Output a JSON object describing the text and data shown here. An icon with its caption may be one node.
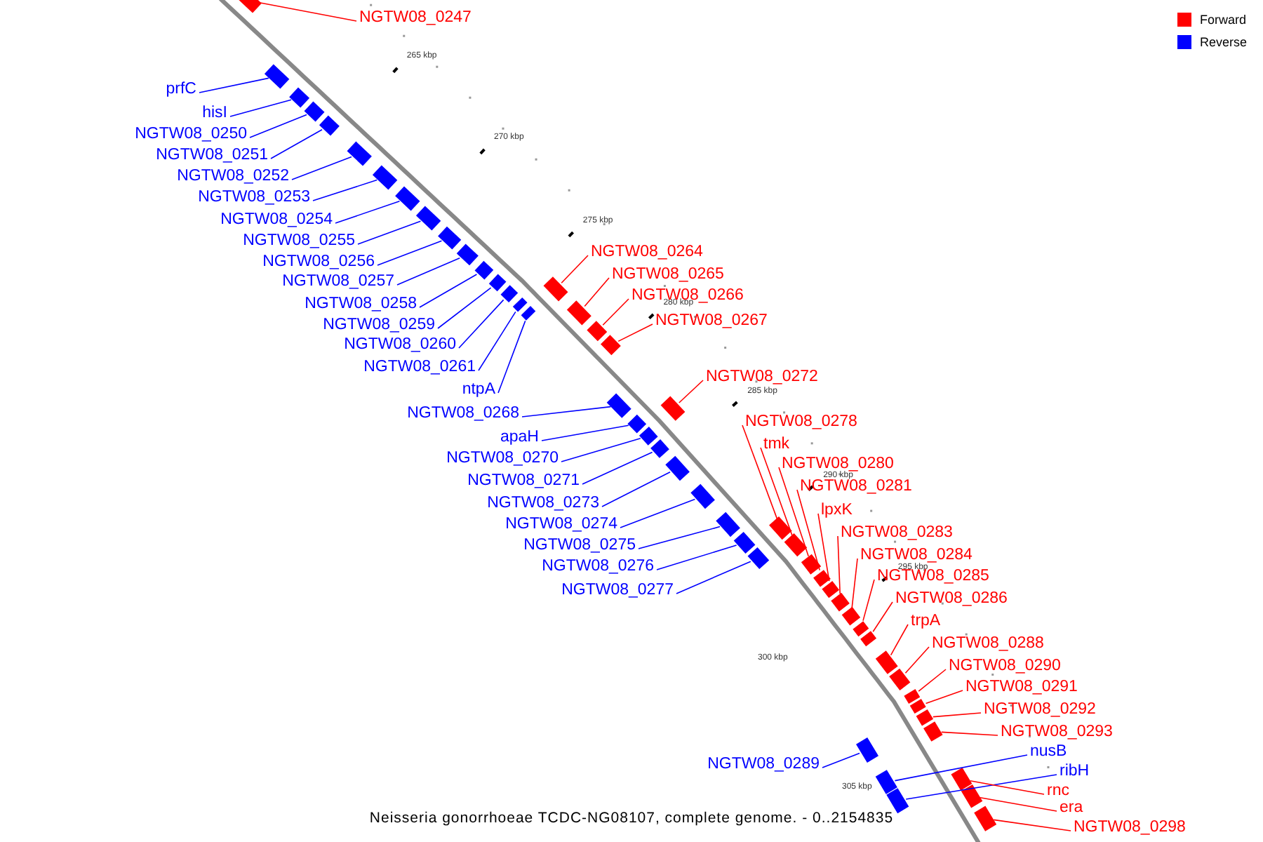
{
  "diagram": {
    "caption": "Neisseria gonorrhoeae TCDC-NG08107, complete genome. - 0..2154835",
    "nodes": [
      {
        "text": [
          "NGTW08_0247"
        ]
      },
      {
        "text": [
          "prfC"
        ]
      },
      {
        "text": [
          "hisI"
        ]
      },
      {
        "text": [
          "NGTW08_0250"
        ]
      },
      {
        "text": [
          "NGTW08_0251"
        ]
      },
      {
        "text": [
          "NGTW08_0252"
        ]
      },
      {
        "text": [
          "NGTW08_0253"
        ]
      },
      {
        "text": [
          "NGTW08_0254"
        ]
      },
      {
        "text": [
          "NGTW08_0255"
        ]
      },
      {
        "text": [
          "NGTW08_0264"
        ]
      },
      {
        "text": [
          "NGTW08_0256"
        ]
      },
      {
        "text": [
          "NGTW08_0265"
        ]
      },
      {
        "text": [
          "NGTW08_0257"
        ]
      },
      {
        "text": [
          "NGTW08_0266"
        ]
      },
      {
        "text": [
          "NGTW08_0258"
        ]
      },
      {
        "text": [
          "NGTW08_0267"
        ]
      },
      {
        "text": [
          "NGTW08_0259"
        ]
      },
      {
        "text": [
          "NGTW08_0260"
        ]
      },
      {
        "text": [
          "NGTW08_0261"
        ]
      },
      {
        "text": [
          "NGTW08_0272"
        ]
      },
      {
        "text": [
          "ntpA"
        ]
      },
      {
        "text": [
          "NGTW08_0268"
        ]
      },
      {
        "text": [
          "NGTW08_0278"
        ]
      },
      {
        "text": [
          "apaH"
        ]
      },
      {
        "text": [
          "tmk"
        ]
      },
      {
        "text": [
          "NGTW08_0270"
        ]
      },
      {
        "text": [
          "NGTW08_0280"
        ]
      },
      {
        "text": [
          "NGTW08_0271"
        ]
      },
      {
        "text": [
          "NGTW08_0281"
        ]
      },
      {
        "text": [
          "NGTW08_0273"
        ]
      },
      {
        "text": [
          "lpxK"
        ]
      },
      {
        "text": [
          "NGTW08_0274"
        ]
      },
      {
        "text": [
          "NGTW08_0283"
        ]
      },
      {
        "text": [
          "NGTW08_0275"
        ]
      },
      {
        "text": [
          "NGTW08_0284"
        ]
      },
      {
        "text": [
          "NGTW08_0276"
        ]
      },
      {
        "text": [
          "NGTW08_0285"
        ]
      },
      {
        "text": [
          "NGTW08_0277"
        ]
      },
      {
        "text": [
          "NGTW08_0286"
        ]
      },
      {
        "text": [
          "trpA"
        ]
      },
      {
        "text": [
          "NGTW08_0288"
        ]
      },
      {
        "text": [
          "NGTW08_0290"
        ]
      },
      {
        "text": [
          "NGTW08_0291"
        ]
      },
      {
        "text": [
          "NGTW08_0292"
        ]
      },
      {
        "text": [
          "NGTW08_0293"
        ]
      },
      {
        "text": [
          "nusB"
        ]
      },
      {
        "text": [
          "NGTW08_0289"
        ]
      },
      {
        "text": [
          "ribH"
        ]
      },
      {
        "text": [
          "rnc"
        ]
      },
      {
        "text": [
          "era"
        ]
      },
      {
        "text": [
          "NGTW08_0298"
        ]
      },
      {
        "text": [],
        "shape": "box"
      },
      {
        "text": [],
        "shape": "box"
      },
      {
        "text": [],
        "shape": "box"
      },
      {
        "text": [],
        "shape": "box"
      },
      {
        "text": [],
        "shape": "box"
      },
      {
        "text": [],
        "shape": "box"
      },
      {
        "text": [],
        "shape": "box"
      },
      {
        "text": [],
        "shape": "box"
      },
      {
        "text": [],
        "shape": "box"
      },
      {
        "text": [],
        "shape": "box"
      },
      {
        "text": [],
        "shape": "box"
      },
      {
        "text": [],
        "shape": "box"
      },
      {
        "text": [],
        "shape": "box"
      },
      {
        "text": [],
        "shape": "box"
      },
      {
        "text": [],
        "shape": "box"
      },
      {
        "text": [],
        "shape": "box"
      },
      {
        "text": [],
        "shape": "box"
      },
      {
        "text": [],
        "shape": "box"
      },
      {
        "text": [],
        "shape": "box"
      },
      {
        "text": [],
        "shape": "box"
      },
      {
        "text": [],
        "shape": "box"
      },
      {
        "text": [],
        "shape": "box"
      },
      {
        "text": [],
        "shape": "box"
      },
      {
        "text": [],
        "shape": "box"
      },
      {
        "text": [],
        "shape": "box"
      },
      {
        "text": [],
        "shape": "box"
      },
      {
        "text": [],
        "shape": "box"
      },
      {
        "text": [],
        "shape": "box"
      },
      {
        "text": [],
        "shape": "box"
      },
      {
        "text": [],
        "shape": "box"
      },
      {
        "text": [],
        "shape": "box"
      },
      {
        "text": [],
        "shape": "box"
      },
      {
        "text": [],
        "shape": "box"
      },
      {
        "text": [],
        "shape": "box"
      },
      {
        "text": [],
        "shape": "box"
      },
      {
        "text": [],
        "shape": "box"
      },
      {
        "text": [],
        "shape": "box"
      },
      {
        "text": [],
        "shape": "box"
      },
      {
        "text": [],
        "shape": "box"
      },
      {
        "text": [],
        "shape": "box"
      },
      {
        "text": [],
        "shape": "box"
      },
      {
        "text": [],
        "shape": "box"
      },
      {
        "text": [],
        "shape": "box"
      },
      {
        "text": [],
        "shape": "box"
      },
      {
        "text": [],
        "shape": "box"
      },
      {
        "text": [],
        "shape": "box"
      },
      {
        "text": [],
        "shape": "box"
      },
      {
        "text": [],
        "shape": "box"
      },
      {
        "text": [],
        "shape": "box"
      },
      {
        "text": [],
        "shape": "box"
      },
      {
        "text": [],
        "shape": "box"
      }
    ],
    "edges": [
      {
        "from": 0,
        "to": 51,
        "arrow": "none",
        "color": "#ff0000"
      },
      {
        "from": 1,
        "to": 52,
        "arrow": "none"
      },
      {
        "from": 2,
        "to": 53,
        "arrow": "none"
      },
      {
        "from": 3,
        "to": 54,
        "arrow": "none"
      },
      {
        "from": 4,
        "to": 55,
        "arrow": "none"
      },
      {
        "from": 5,
        "to": 56,
        "arrow": "none"
      },
      {
        "from": 6,
        "to": 57,
        "arrow": "none"
      },
      {
        "from": 7,
        "to": 58,
        "arrow": "none"
      },
      {
        "from": 8,
        "to": 59,
        "arrow": "none"
      },
      {
        "from": 9,
        "to": 67,
        "arrow": "none",
        "color": "#ff0000"
      },
      {
        "from": 10,
        "to": 60,
        "arrow": "none"
      },
      {
        "from": 11,
        "to": 68,
        "arrow": "none",
        "color": "#ff0000"
      },
      {
        "from": 12,
        "to": 61,
        "arrow": "none"
      },
      {
        "from": 13,
        "to": 69,
        "arrow": "none",
        "color": "#ff0000"
      },
      {
        "from": 14,
        "to": 62,
        "arrow": "none"
      },
      {
        "from": 15,
        "to": 70,
        "arrow": "none",
        "color": "#ff0000"
      },
      {
        "from": 16,
        "to": 63,
        "arrow": "none"
      },
      {
        "from": 17,
        "to": 64,
        "arrow": "none"
      },
      {
        "from": 18,
        "to": 65,
        "arrow": "none"
      },
      {
        "from": 19,
        "to": 73,
        "arrow": "none",
        "color": "#ff0000"
      },
      {
        "from": 20,
        "to": 66,
        "arrow": "none"
      },
      {
        "from": 21,
        "to": 71,
        "arrow": "none"
      },
      {
        "from": 22,
        "to": 80,
        "arrow": "none",
        "color": "#ff0000"
      },
      {
        "from": 23,
        "to": 72,
        "arrow": "none"
      },
      {
        "from": 24,
        "to": 82,
        "arrow": "none",
        "color": "#ff0000"
      },
      {
        "from": 25,
        "to": 74,
        "arrow": "none"
      },
      {
        "from": 26,
        "to": 83,
        "arrow": "none",
        "color": "#ff0000"
      },
      {
        "from": 27,
        "to": 75,
        "arrow": "none"
      },
      {
        "from": 28,
        "to": 84,
        "arrow": "none",
        "color": "#ff0000"
      },
      {
        "from": 29,
        "to": 76,
        "arrow": "none"
      },
      {
        "from": 30,
        "to": 85,
        "arrow": "none",
        "color": "#ff0000"
      },
      {
        "from": 31,
        "to": 77,
        "arrow": "none"
      },
      {
        "from": 32,
        "to": 86,
        "arrow": "none",
        "color": "#ff0000"
      },
      {
        "from": 33,
        "to": 78,
        "arrow": "none"
      },
      {
        "from": 34,
        "to": 87,
        "arrow": "none",
        "color": "#ff0000"
      },
      {
        "from": 35,
        "to": 79,
        "arrow": "none"
      },
      {
        "from": 36,
        "to": 88,
        "arrow": "none",
        "color": "#ff0000"
      },
      {
        "from": 37,
        "to": 81,
        "arrow": "none"
      },
      {
        "from": 38,
        "to": 89,
        "arrow": "none",
        "color": "#ff0000"
      },
      {
        "from": 39,
        "to": 90,
        "arrow": "none",
        "color": "#ff0000"
      },
      {
        "from": 40,
        "to": 91,
        "arrow": "none",
        "color": "#ff0000"
      },
      {
        "from": 41,
        "to": 92,
        "arrow": "none",
        "color": "#ff0000"
      },
      {
        "from": 42,
        "to": 93,
        "arrow": "none",
        "color": "#ff0000"
      },
      {
        "from": 43,
        "to": 95,
        "arrow": "none",
        "color": "#ff0000"
      },
      {
        "from": 44,
        "to": 96,
        "arrow": "none",
        "color": "#ff0000"
      },
      {
        "from": 45,
        "to": 97,
        "arrow": "none"
      },
      {
        "from": 46,
        "to": 94,
        "arrow": "none"
      },
      {
        "from": 47,
        "to": 98,
        "arrow": "none"
      },
      {
        "from": 48,
        "to": 99,
        "arrow": "none",
        "color": "#ff0000"
      },
      {
        "from": 49,
        "to": 100,
        "arrow": "none",
        "color": "#ff0000"
      },
      {
        "from": 50,
        "to": 101,
        "arrow": "none",
        "color": "#ff0000"
      }
    ],
    "labels": [
      "265 kbp",
      "270 kbp",
      "275 kbp",
      "280 kbp",
      "285 kbp",
      "290 kbp",
      "295 kbp",
      "300 kbp",
      "305 kbp"
    ],
    "legend": [
      {
        "text": "Forward",
        "color": "#ff0000"
      },
      {
        "text": "Reverse",
        "color": "#0000ff"
      }
    ]
  }
}
